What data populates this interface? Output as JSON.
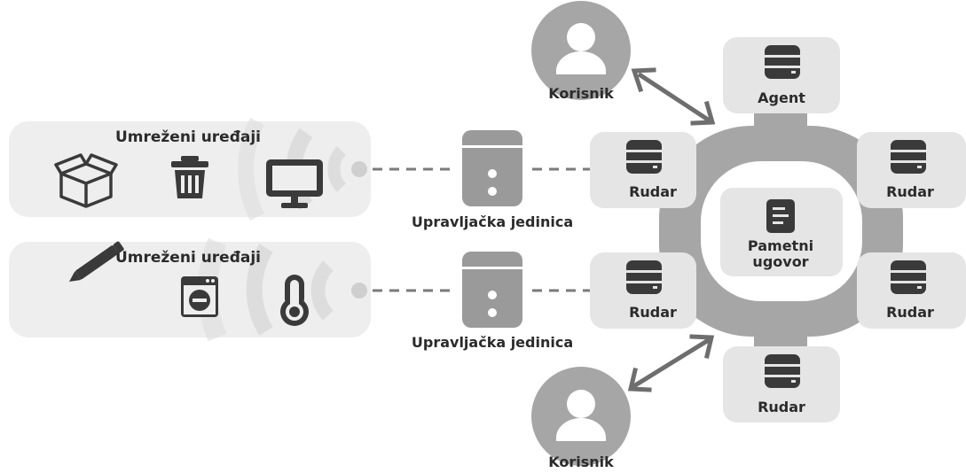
{
  "device_groups": [
    {
      "title": "Umreženi uređaji",
      "icons": [
        "box-icon",
        "trash-icon",
        "monitor-icon"
      ]
    },
    {
      "title": "Umreženi uređaji",
      "icons": [
        "pencil-icon",
        "washing-machine-icon",
        "thermometer-icon"
      ]
    }
  ],
  "control_units": [
    {
      "label": "Upravljačka jedinica"
    },
    {
      "label": "Upravljačka jedinica"
    }
  ],
  "users": [
    {
      "label": "Korisnik"
    },
    {
      "label": "Korisnik"
    }
  ],
  "nodes": {
    "agent": "Agent",
    "miner_left_top": "Rudar",
    "miner_left_bottom": "Rudar",
    "miner_right_top": "Rudar",
    "miner_right_bottom": "Rudar",
    "miner_bottom": "Rudar"
  },
  "smart_contract": {
    "line1": "Pametni",
    "line2": "ugovor"
  },
  "colors": {
    "panel": "#eeeeee",
    "node_box": "#e5e5e5",
    "ring": "#a6a6a6",
    "dark_icon": "#3a3a3a",
    "gray_icon": "#9a9a9a"
  }
}
